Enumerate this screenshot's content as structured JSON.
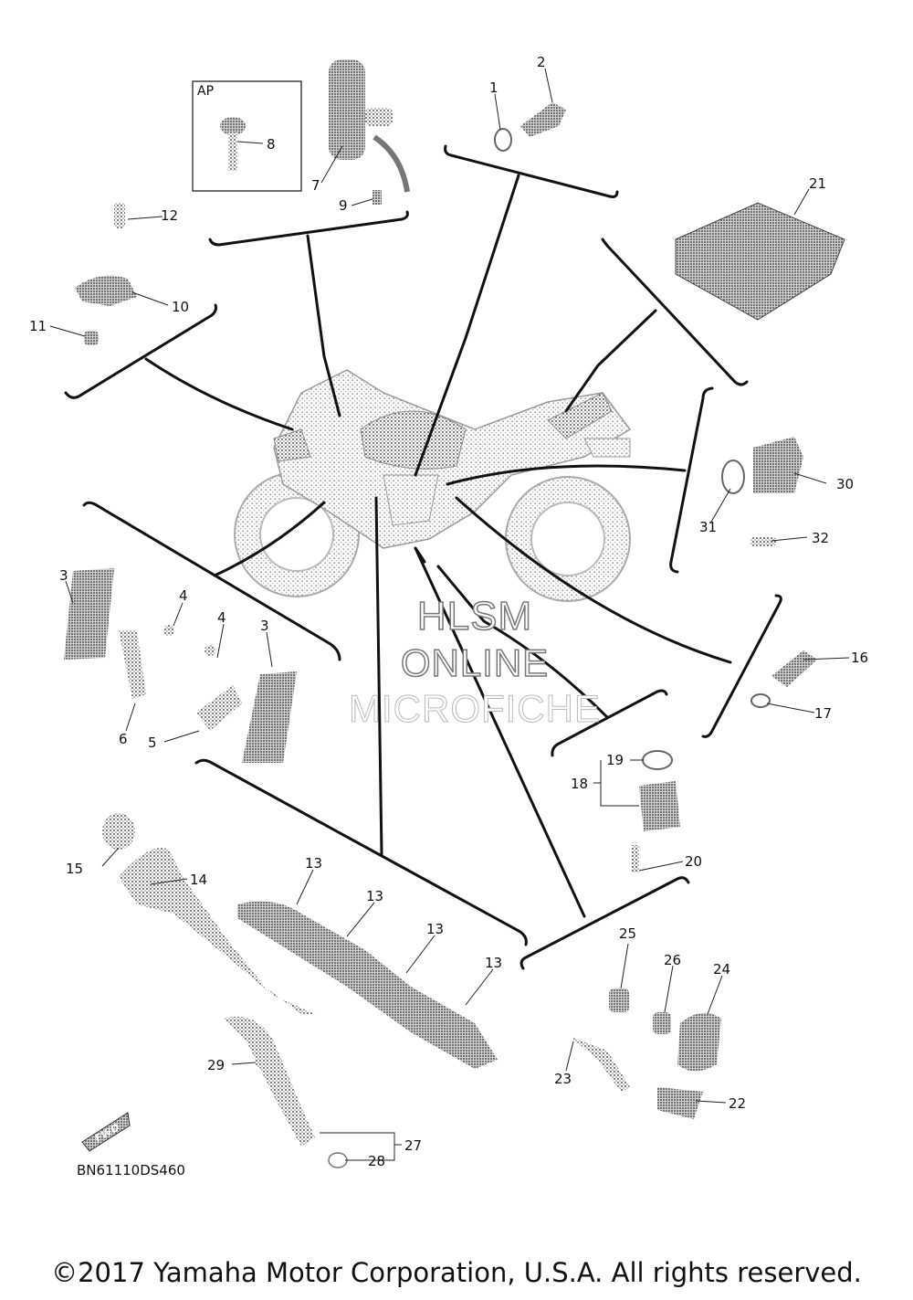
{
  "inset": {
    "label": "AP"
  },
  "callouts": [
    "1",
    "2",
    "3",
    "3",
    "4",
    "4",
    "5",
    "6",
    "7",
    "8",
    "9",
    "10",
    "11",
    "12",
    "13",
    "13",
    "13",
    "13",
    "14",
    "15",
    "16",
    "17",
    "18",
    "19",
    "20",
    "21",
    "22",
    "23",
    "24",
    "25",
    "26",
    "27",
    "28",
    "29",
    "30",
    "31",
    "32"
  ],
  "fwd_badge": "FWD",
  "part_code": "BN61110DS460",
  "watermark": {
    "line1": "HLSM",
    "line2": "ONLINE",
    "line3": "MICROFICHE"
  },
  "copyright": "©2017 Yamaha Motor Corporation, U.S.A. All rights reserved.",
  "colors": {
    "ink": "#111111",
    "stipple": "#9a9a9a",
    "watermark_stroke": "#777777"
  }
}
